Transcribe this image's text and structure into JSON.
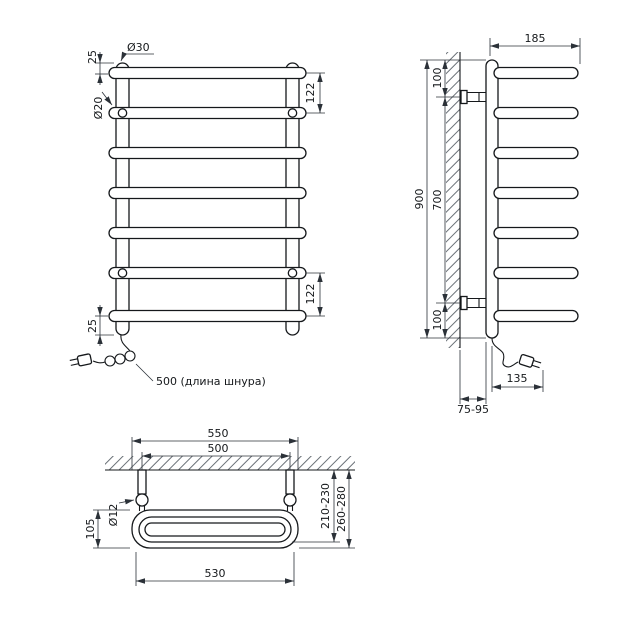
{
  "front_view": {
    "tube_diameter": "Ø30",
    "top_offset": "25",
    "bar_diameter": "Ø20",
    "bar_spacing_top": "122",
    "bar_spacing_bottom": "122",
    "bottom_offset": "25",
    "cord_length_label": "500 (длина шнура)"
  },
  "side_view": {
    "depth": "185",
    "top_bracket_offset": "100",
    "bracket_spacing": "700",
    "overall_height": "900",
    "bottom_bracket_offset": "100",
    "cord_offset": "135",
    "wall_clearance": "75-95"
  },
  "top_view": {
    "overall_width": "550",
    "mounting_spacing": "500",
    "bracket_diameter": "Ø12",
    "rail_depth": "105",
    "depth_mid": "210-230",
    "depth_overall": "260-280",
    "bottom_width": "530"
  }
}
